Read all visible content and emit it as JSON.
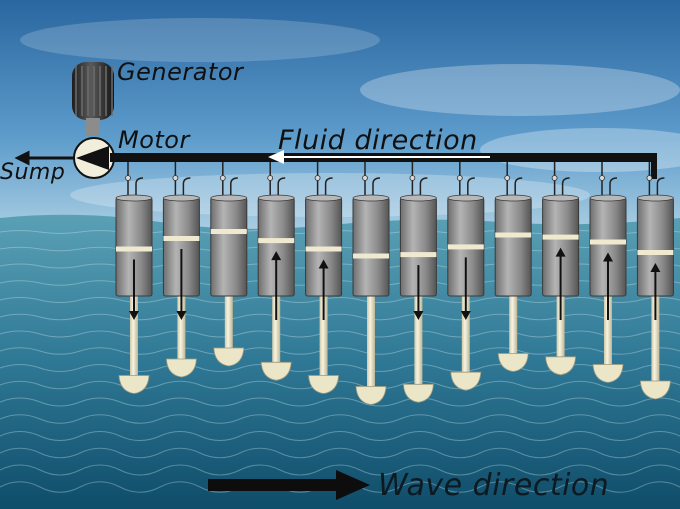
{
  "labels": {
    "generator": "Generator",
    "motor": "Motor",
    "sump": "Sump",
    "fluid_direction": "Fluid direction",
    "wave_direction": "Wave direction"
  },
  "colors": {
    "sky_top": "#2f6fa6",
    "sky_bottom": "#9fc3dc",
    "sea_light": "#4f97b0",
    "sea_dark": "#0f4f6f",
    "cylinder": "#8a8a8a",
    "rod": "#efe9cf",
    "pipe": "#111111"
  },
  "pistons": [
    {
      "rod_length": 0.45,
      "direction": "down"
    },
    {
      "rod_length": 0.3,
      "direction": "down"
    },
    {
      "rod_length": 0.2,
      "direction": "none"
    },
    {
      "rod_length": 0.33,
      "direction": "up"
    },
    {
      "rod_length": 0.45,
      "direction": "up"
    },
    {
      "rod_length": 0.55,
      "direction": "none"
    },
    {
      "rod_length": 0.53,
      "direction": "down"
    },
    {
      "rod_length": 0.42,
      "direction": "down"
    },
    {
      "rod_length": 0.25,
      "direction": "none"
    },
    {
      "rod_length": 0.28,
      "direction": "up"
    },
    {
      "rod_length": 0.35,
      "direction": "up"
    },
    {
      "rod_length": 0.5,
      "direction": "up"
    }
  ]
}
